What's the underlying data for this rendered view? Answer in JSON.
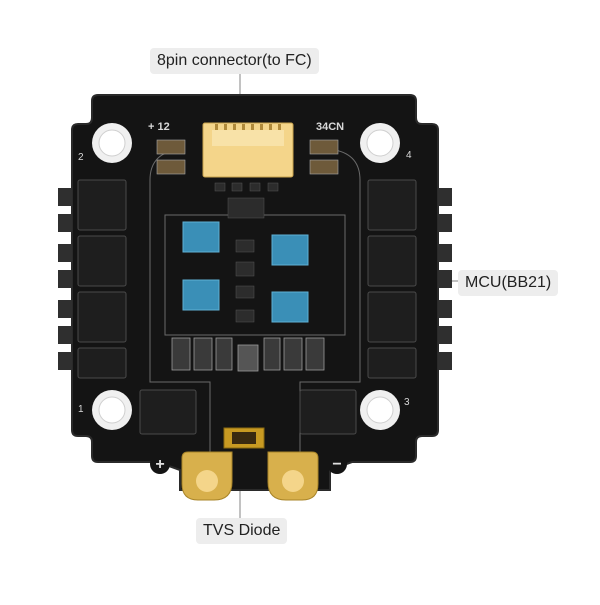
{
  "image": {
    "subject": "4-in-1 ESC circuit board",
    "colors": {
      "pcb": "#141414",
      "pcb_edge": "#2a2a2a",
      "mosfet": "#1e1e1e",
      "silk": "#d9d9d9",
      "connector": "#f4d58a",
      "pad_gold": "#d8b04c",
      "mcu_blue": "#3a8fb7",
      "tvs_body": "#c89a22",
      "callout_bg": "#ededed"
    }
  },
  "callouts": {
    "connector": "8pin connector(to FC)",
    "mcu": "MCU(BB21)",
    "tvs": "TVS Diode"
  },
  "silkscreen": {
    "top_left": "+ 12",
    "top_right": "34CN",
    "hole_1": "1",
    "hole_2": "2",
    "hole_3": "3",
    "hole_4": "4",
    "plus": "+",
    "minus": "−"
  }
}
